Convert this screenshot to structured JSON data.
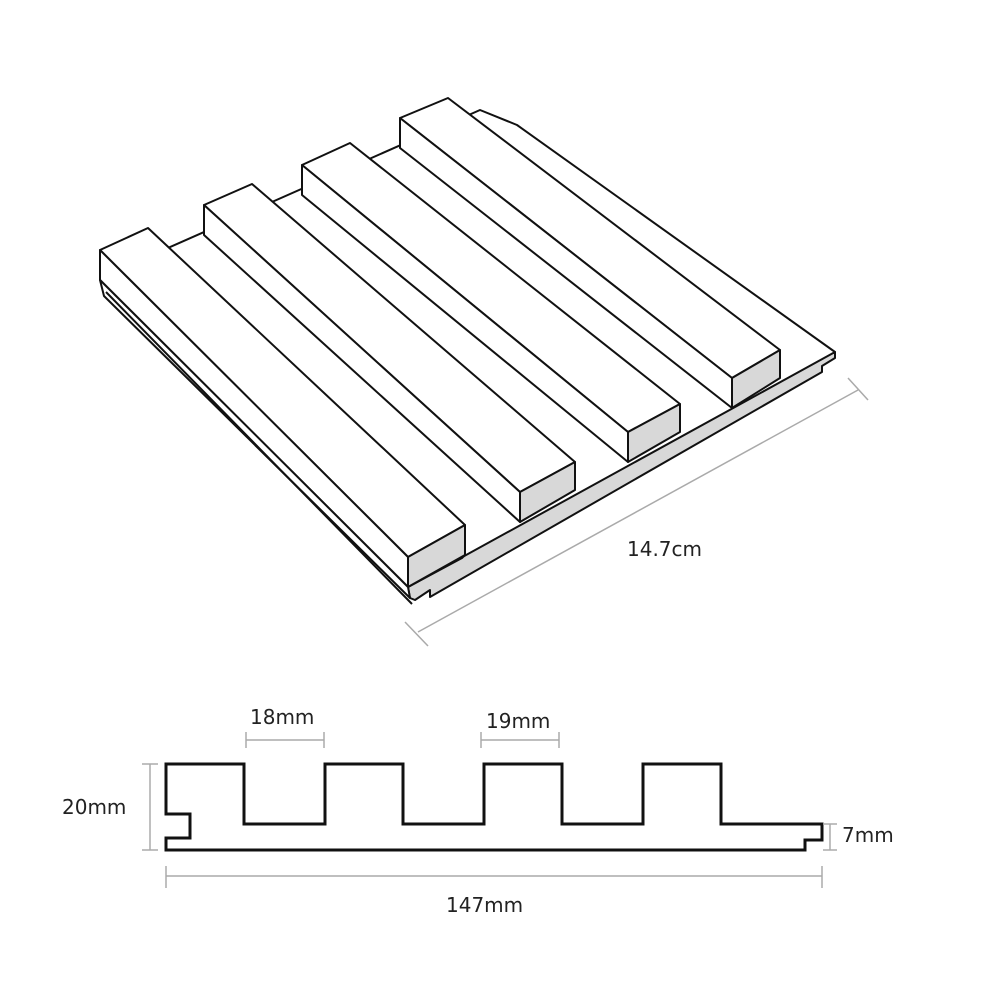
{
  "labels": {
    "length": "14.7cm",
    "fin_width": "18mm",
    "gap_width": "19mm",
    "height": "20mm",
    "base_thickness": "7mm",
    "total_width": "147mm"
  },
  "colors": {
    "stroke": "#111111",
    "dim_line": "#aaaaaa",
    "end_face": "#d8d8d8",
    "panel_fill": "#ffffff"
  }
}
